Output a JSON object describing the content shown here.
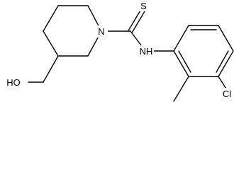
{
  "molecule": {
    "atom_labels": {
      "sulfur": "S",
      "ring_nitrogen": "N",
      "amide_nh": "NH",
      "chlorine": "Cl",
      "hydroxyl": "HO"
    }
  }
}
